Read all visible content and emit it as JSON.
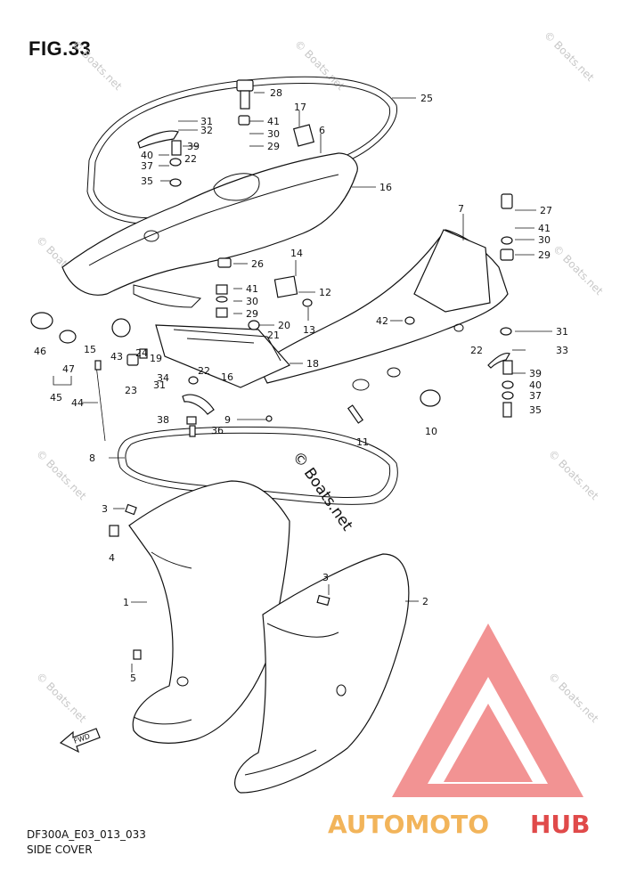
{
  "figure": {
    "title": "FIG.33",
    "code": "DF300A_E03_013_033",
    "caption": "SIDE COVER",
    "watermark": "© Boats.net",
    "fwd_label": "FWD"
  },
  "logo": {
    "part1": "AUTOMOTO",
    "part2": "HUB",
    "color1": "#f2b45a",
    "color2": "#e04a4a",
    "triangle_color": "#f08080"
  },
  "callouts": [
    "28",
    "25",
    "31",
    "41",
    "17",
    "32",
    "30",
    "6",
    "39",
    "29",
    "40",
    "22",
    "37",
    "35",
    "16",
    "27",
    "7",
    "41",
    "30",
    "29",
    "14",
    "26",
    "12",
    "41",
    "30",
    "29",
    "13",
    "20",
    "21",
    "18",
    "42",
    "31",
    "33",
    "22",
    "39",
    "40",
    "37",
    "35",
    "43",
    "24",
    "19",
    "23",
    "31",
    "22",
    "34",
    "16",
    "10",
    "38",
    "36",
    "11",
    "9",
    "46",
    "47",
    "45",
    "44",
    "15",
    "8",
    "3",
    "4",
    "1",
    "3",
    "2",
    "5"
  ]
}
